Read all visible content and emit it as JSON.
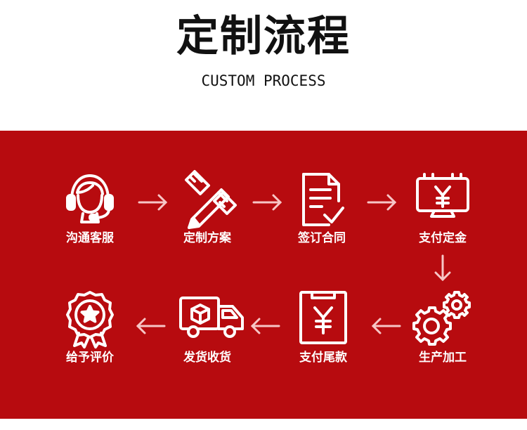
{
  "header": {
    "title": "定制流程",
    "subtitle": "CUSTOM PROCESS"
  },
  "steps": [
    {
      "label": "沟通客服",
      "icon": "headset-icon"
    },
    {
      "label": "定制方案",
      "icon": "pencil-ruler-icon"
    },
    {
      "label": "签订合同",
      "icon": "contract-icon"
    },
    {
      "label": "支付定金",
      "icon": "monitor-yen-icon"
    },
    {
      "label": "生产加工",
      "icon": "gears-icon"
    },
    {
      "label": "支付尾款",
      "icon": "clipboard-yen-icon"
    },
    {
      "label": "发货收货",
      "icon": "delivery-truck-icon"
    },
    {
      "label": "给予评价",
      "icon": "award-badge-icon"
    }
  ],
  "colors": {
    "panel": "#b70b0f",
    "text_dark": "#111111",
    "icon_white": "#ffffff",
    "arrow": "#f7c6c6"
  }
}
